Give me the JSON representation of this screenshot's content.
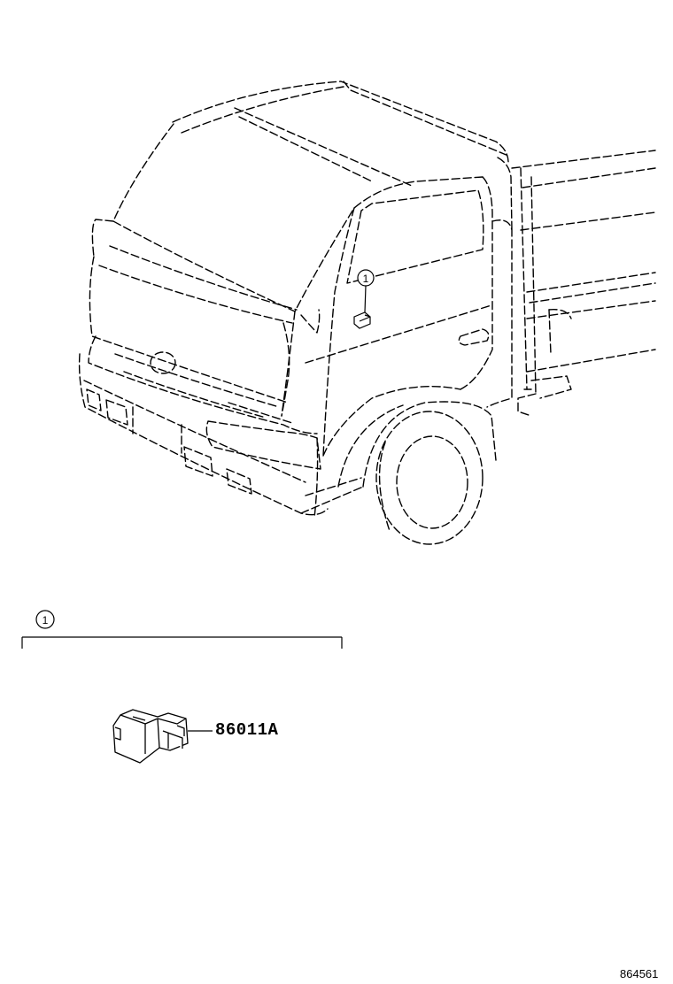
{
  "callouts": {
    "truck_callout": "1",
    "section_callout": "1"
  },
  "part": {
    "number": "86011A",
    "icon": "connector-icon"
  },
  "figure_id": "864561",
  "colors": {
    "line": "#000000",
    "background": "#ffffff"
  }
}
